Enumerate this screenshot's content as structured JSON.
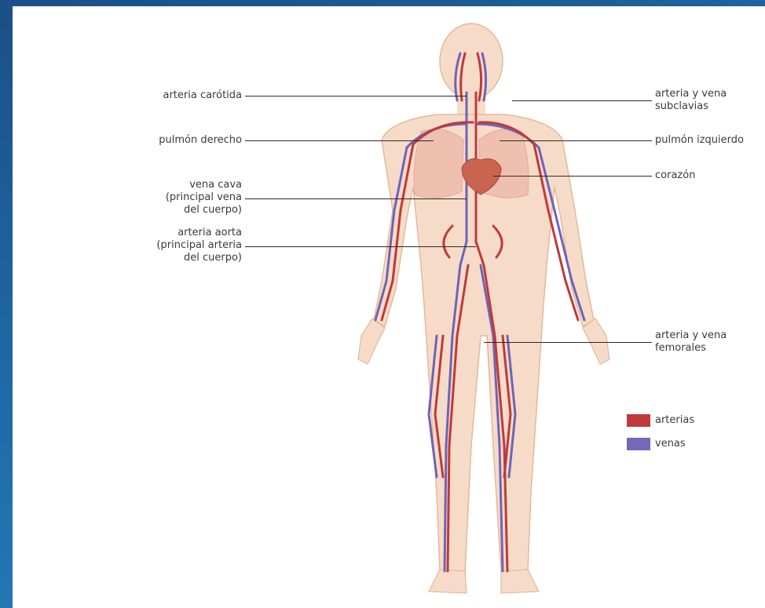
{
  "labels": {
    "carotid": "arteria carótida",
    "right_lung": "pulmón derecho",
    "vena_cava": [
      "vena cava",
      "(principal vena",
      "del cuerpo)"
    ],
    "aorta": [
      "arteria aorta",
      "(principal arteria",
      "del cuerpo)"
    ],
    "subclavian": [
      "arteria y vena",
      "subclavias"
    ],
    "left_lung": "pulmón izquierdo",
    "heart": "corazón",
    "femoral": [
      "arteria y vena",
      "femorales"
    ]
  },
  "legend": {
    "arteries": {
      "label": "arterias",
      "color": "#c0393b"
    },
    "veins": {
      "label": "venas",
      "color": "#7468b8"
    }
  },
  "colors": {
    "skin": "#f6dcc8",
    "skin_edge": "#e6b79c",
    "artery": "#c0393b",
    "vein": "#6f63b8",
    "lung": "#efc0b0",
    "heart": "#c9644e"
  }
}
